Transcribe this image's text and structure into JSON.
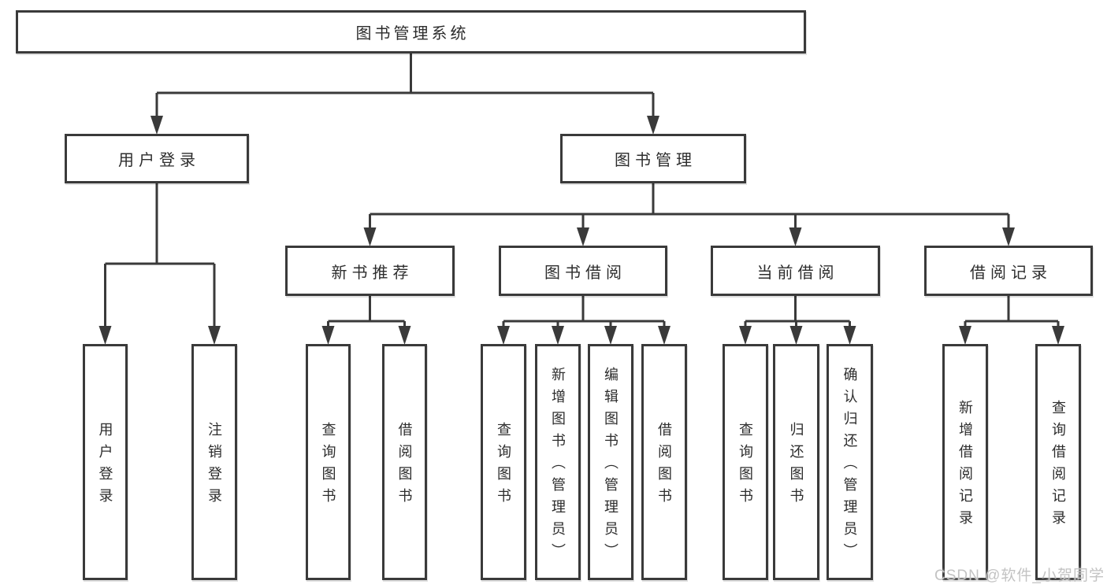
{
  "diagram": {
    "title": "图书管理系统",
    "watermark": "CSDN @软件_小贺同学",
    "colors": {
      "line": "#3a3a3a",
      "text": "#2d2d2d",
      "box_fill": "#ffffff",
      "watermark": "#c3c3c3"
    },
    "nodes": [
      {
        "id": "root",
        "parent": null,
        "label": "图书管理系统"
      },
      {
        "id": "user-login",
        "parent": "root",
        "label": "用户登录"
      },
      {
        "id": "book-mgmt",
        "parent": "root",
        "label": "图书管理"
      },
      {
        "id": "login",
        "parent": "user-login",
        "label": "用户登录"
      },
      {
        "id": "logout",
        "parent": "user-login",
        "label": "注销登录"
      },
      {
        "id": "new-book-rec",
        "parent": "book-mgmt",
        "label": "新书推荐"
      },
      {
        "id": "book-borrow",
        "parent": "book-mgmt",
        "label": "图书借阅"
      },
      {
        "id": "current-borrow",
        "parent": "book-mgmt",
        "label": "当前借阅"
      },
      {
        "id": "borrow-records",
        "parent": "book-mgmt",
        "label": "借阅记录"
      },
      {
        "id": "nbr-query-book",
        "parent": "new-book-rec",
        "label": "查询图书"
      },
      {
        "id": "nbr-borrow-book",
        "parent": "new-book-rec",
        "label": "借阅图书"
      },
      {
        "id": "bb-query-book",
        "parent": "book-borrow",
        "label": "查询图书"
      },
      {
        "id": "bb-add-book",
        "parent": "book-borrow",
        "label": "新增图书（管理员）"
      },
      {
        "id": "bb-edit-book",
        "parent": "book-borrow",
        "label": "编辑图书（管理员）"
      },
      {
        "id": "bb-borrow-book",
        "parent": "book-borrow",
        "label": "借阅图书"
      },
      {
        "id": "cb-query-book",
        "parent": "current-borrow",
        "label": "查询图书"
      },
      {
        "id": "cb-return-book",
        "parent": "current-borrow",
        "label": "归还图书"
      },
      {
        "id": "cb-confirm-return",
        "parent": "current-borrow",
        "label": "确认归还（管理员）"
      },
      {
        "id": "br-add-record",
        "parent": "borrow-records",
        "label": "新增借阅记录"
      },
      {
        "id": "br-query-record",
        "parent": "borrow-records",
        "label": "查询借阅记录"
      }
    ]
  }
}
